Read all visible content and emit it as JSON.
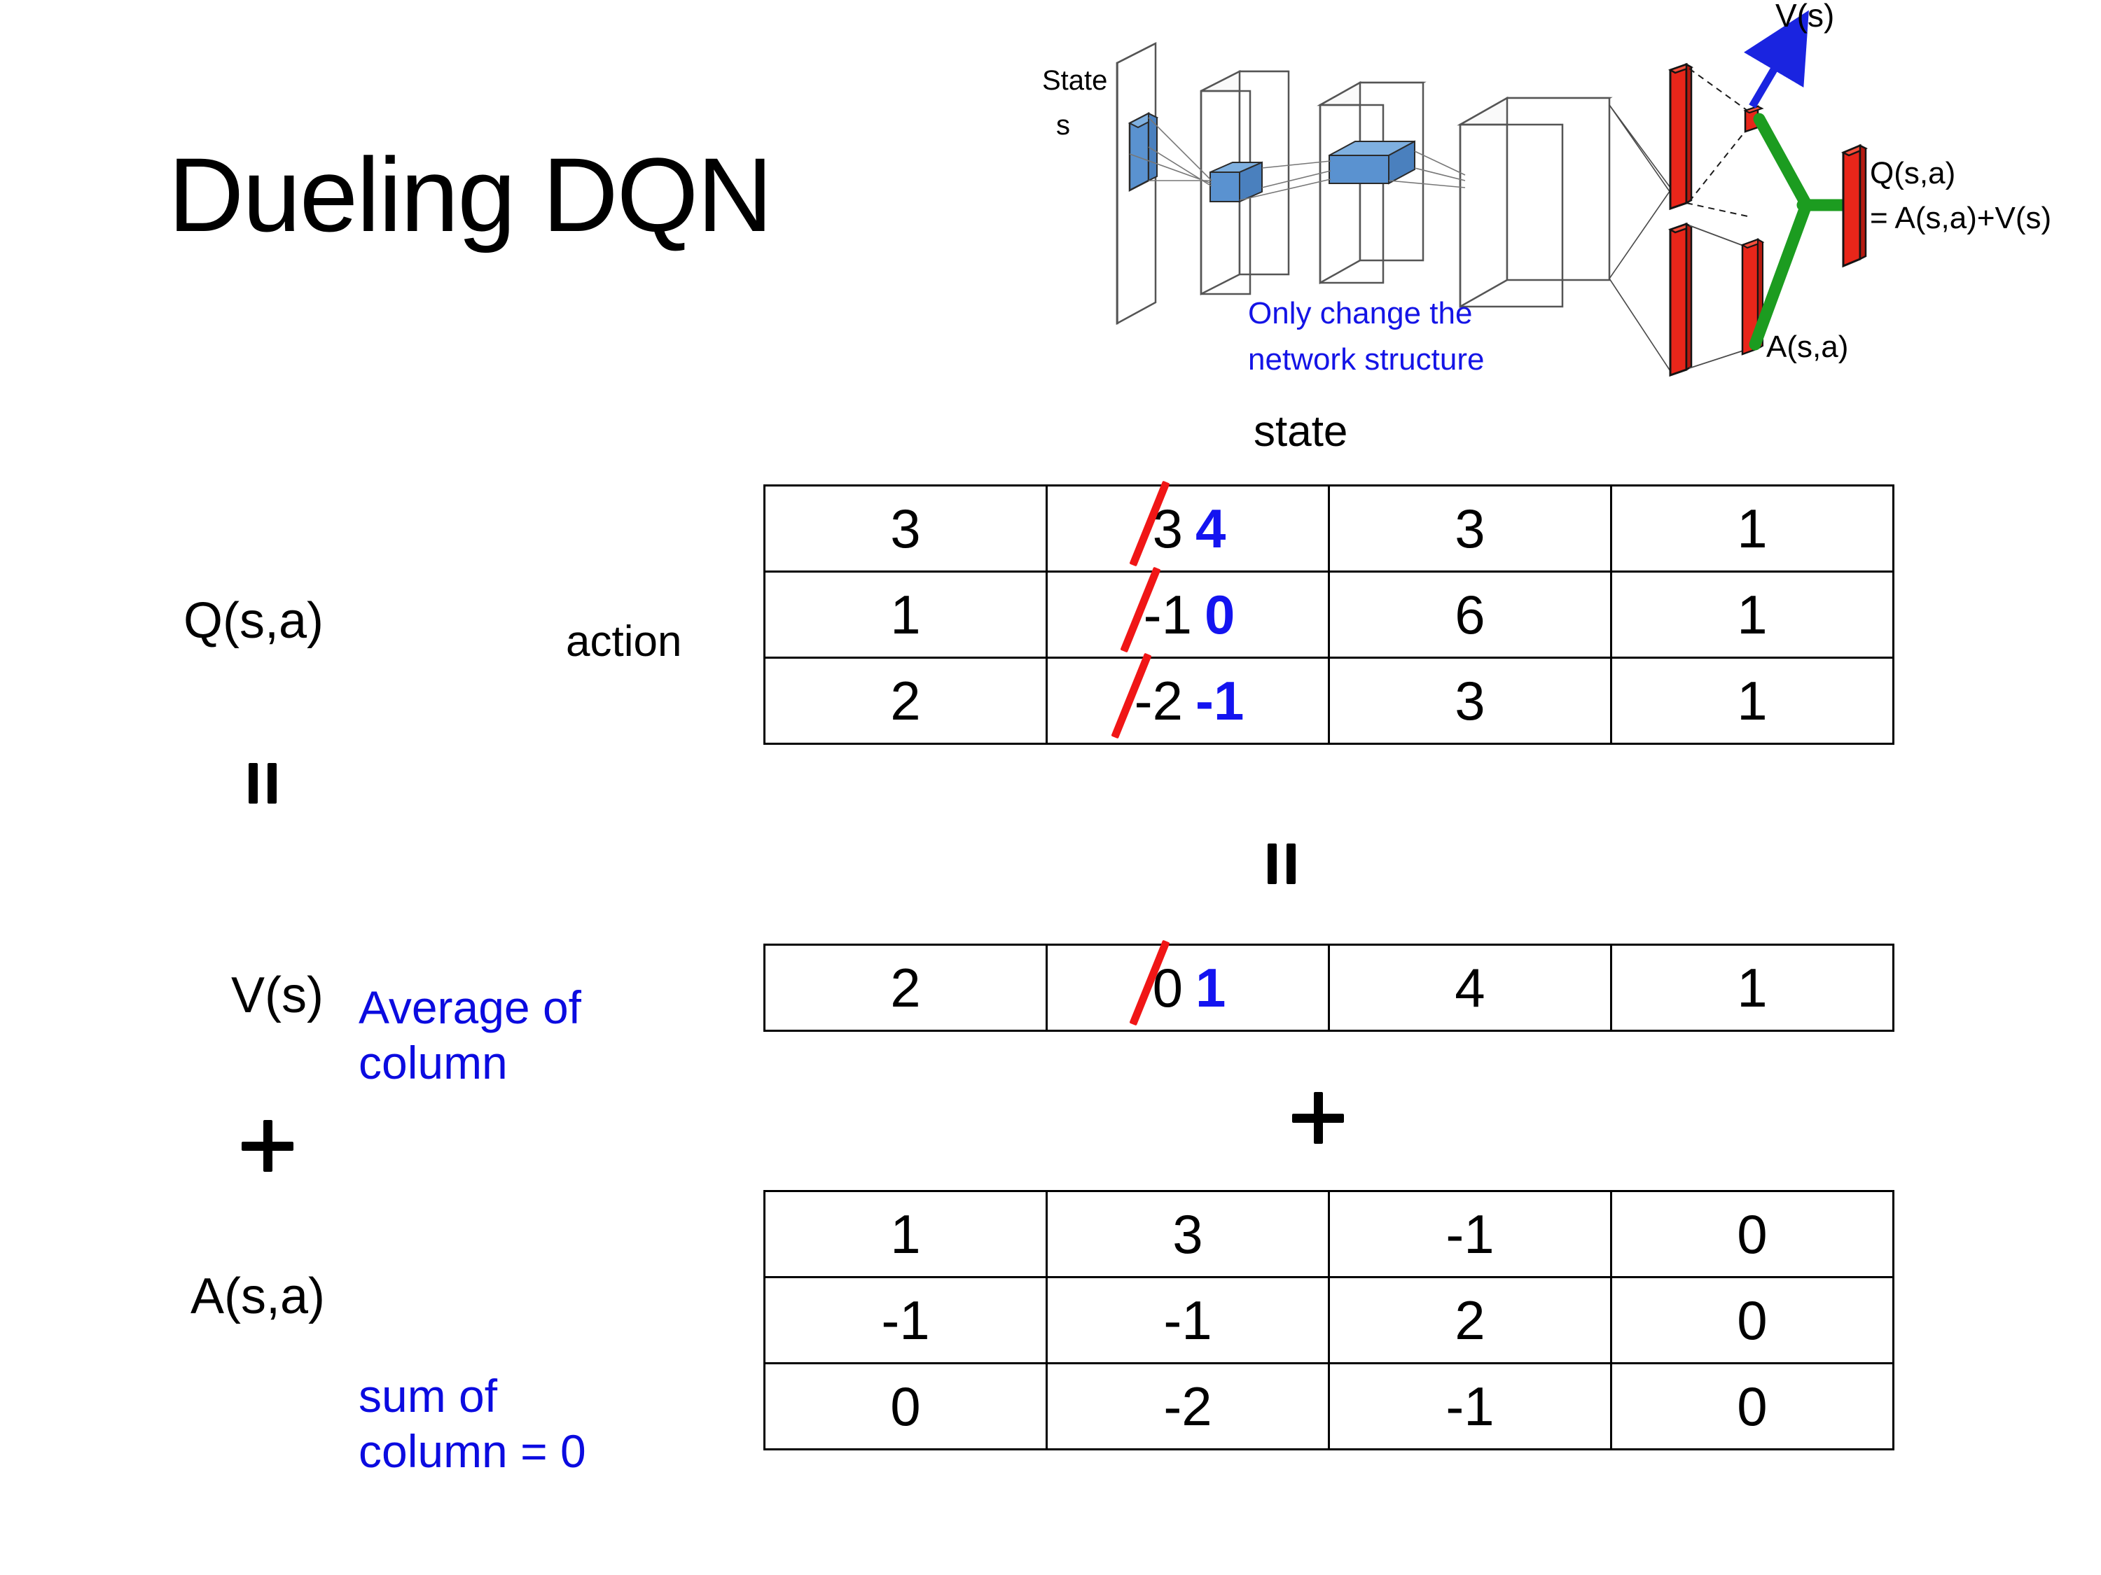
{
  "slide": {
    "title": "Dueling DQN"
  },
  "diagram": {
    "state_label_line1": "State",
    "state_label_line2": "s",
    "note_line1": "Only change the",
    "note_line2": "network structure",
    "value_label": "V(s)",
    "advantage_label": "A(s,a)",
    "q_label_line1": "Q(s,a)",
    "q_label_line2": "= A(s,a)+V(s)",
    "colors": {
      "note_blue": "#1414e6",
      "bar_red": "#e8261a",
      "merge_green": "#1c9c20",
      "arrow_blue": "#1a24e0",
      "input_blue": "#5a92d0"
    }
  },
  "labels": {
    "state_axis": "state",
    "action_axis": "action",
    "q_function": "Q(s,a)",
    "v_function": "V(s)",
    "a_function": "A(s,a)",
    "equals_left": "=",
    "equals_middle": "=",
    "plus_left": "+",
    "plus_middle": "+",
    "average_note_line1": "Average of",
    "average_note_line2": "column",
    "sum_note_line1": "sum of",
    "sum_note_line2": "column = 0"
  },
  "colors": {
    "annotation_blue": "#0b0be0",
    "strike_red": "#f01616",
    "new_value_blue": "#1414f0",
    "text_black": "#000000"
  },
  "tables": {
    "q": {
      "name": "Q(s,a)",
      "rows": [
        [
          {
            "value": "3"
          },
          {
            "value": "3",
            "struck": true,
            "replacement": "4"
          },
          {
            "value": "3"
          },
          {
            "value": "1"
          }
        ],
        [
          {
            "value": "1"
          },
          {
            "value": "-1",
            "struck": true,
            "replacement": "0"
          },
          {
            "value": "6"
          },
          {
            "value": "1"
          }
        ],
        [
          {
            "value": "2"
          },
          {
            "value": "-2",
            "struck": true,
            "replacement": "-1"
          },
          {
            "value": "3"
          },
          {
            "value": "1"
          }
        ]
      ]
    },
    "v": {
      "name": "V(s)",
      "rows": [
        [
          {
            "value": "2"
          },
          {
            "value": "0",
            "struck": true,
            "replacement": "1"
          },
          {
            "value": "4"
          },
          {
            "value": "1"
          }
        ]
      ]
    },
    "a": {
      "name": "A(s,a)",
      "rows": [
        [
          {
            "value": "1"
          },
          {
            "value": "3"
          },
          {
            "value": "-1"
          },
          {
            "value": "0"
          }
        ],
        [
          {
            "value": "-1"
          },
          {
            "value": "-1"
          },
          {
            "value": "2"
          },
          {
            "value": "0"
          }
        ],
        [
          {
            "value": "0"
          },
          {
            "value": "-2"
          },
          {
            "value": "-1"
          },
          {
            "value": "0"
          }
        ]
      ]
    }
  }
}
